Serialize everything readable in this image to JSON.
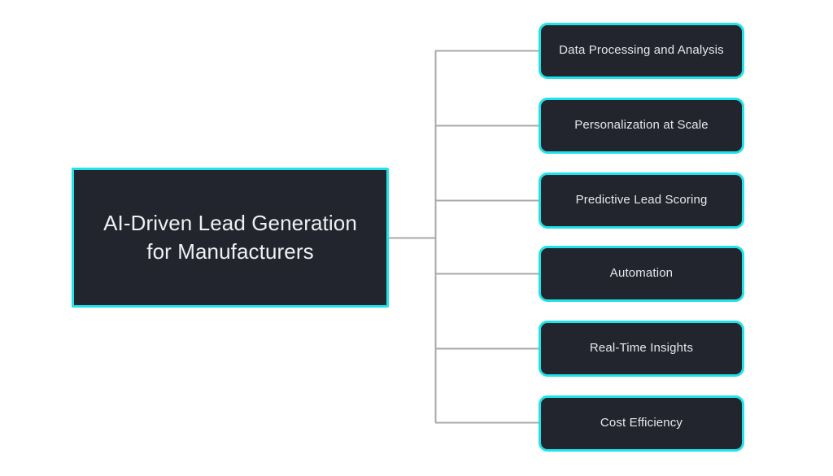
{
  "diagram": {
    "type": "tree-map",
    "background_color": "#FFFFFF",
    "node_fill_color": "#22252E",
    "node_border_color": "#1FE3E8",
    "node_text_color": "#E7E8EC",
    "connector_color": "#A8A8A8",
    "root": {
      "title_line_1": "AI-Driven Lead Generation",
      "title_line_2": "for Manufacturers",
      "title": "AI-Driven Lead Generation for Manufacturers"
    },
    "children": [
      {
        "label": "Data Processing and Analysis"
      },
      {
        "label": "Personalization at Scale"
      },
      {
        "label": "Predictive Lead Scoring"
      },
      {
        "label": "Automation"
      },
      {
        "label": "Real-Time Insights"
      },
      {
        "label": "Cost Efficiency"
      }
    ]
  }
}
